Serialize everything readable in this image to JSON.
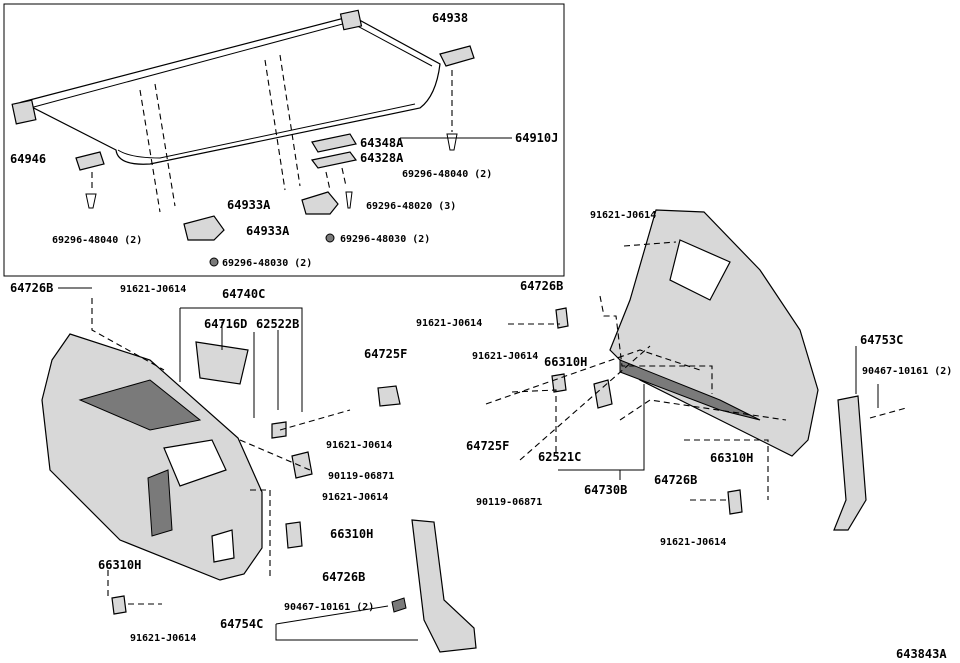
{
  "diagram_id": "643843A",
  "labels": {
    "p64938": "64938",
    "p64910J": "64910J",
    "p64946": "64946",
    "p64348A": "64348A",
    "p64328A": "64328A",
    "p69296_48040_a": "69296-48040 (2)",
    "p69296_48040_b": "69296-48040 (2)",
    "p64933A_1": "64933A",
    "p64933A_2": "64933A",
    "p69296_48020": "69296-48020 (3)",
    "p69296_48030_a": "69296-48030 (2)",
    "p69296_48030_b": "69296-48030 (2)",
    "p64726B_1": "64726B",
    "p91621_1": "91621-J0614",
    "p64740C": "64740C",
    "p64716D": "64716D",
    "p62522B": "62522B",
    "p64725F_1": "64725F",
    "p91621_2": "91621-J0614",
    "p90119_1": "90119-06871",
    "p91621_3": "91621-J0614",
    "p66310H_1": "66310H",
    "p64726B_2": "64726B",
    "p66310H_2": "66310H",
    "p91621_4": "91621-J0614",
    "p64754C": "64754C",
    "p90467_1": "90467-10161 (2)",
    "p91621_5": "91621-J0614",
    "p64726B_3": "64726B",
    "p91621_6": "91621-J0614",
    "p91621_7": "91621-J0614",
    "p66310H_3": "66310H",
    "p64725F_2": "64725F",
    "p62521C": "62521C",
    "p90119_2": "90119-06871",
    "p64730B": "64730B",
    "p64753C": "64753C",
    "p90467_2": "90467-10161 (2)",
    "p64726B_4": "64726B",
    "p66310H_4": "66310H",
    "p91621_8": "91621-J0614"
  }
}
